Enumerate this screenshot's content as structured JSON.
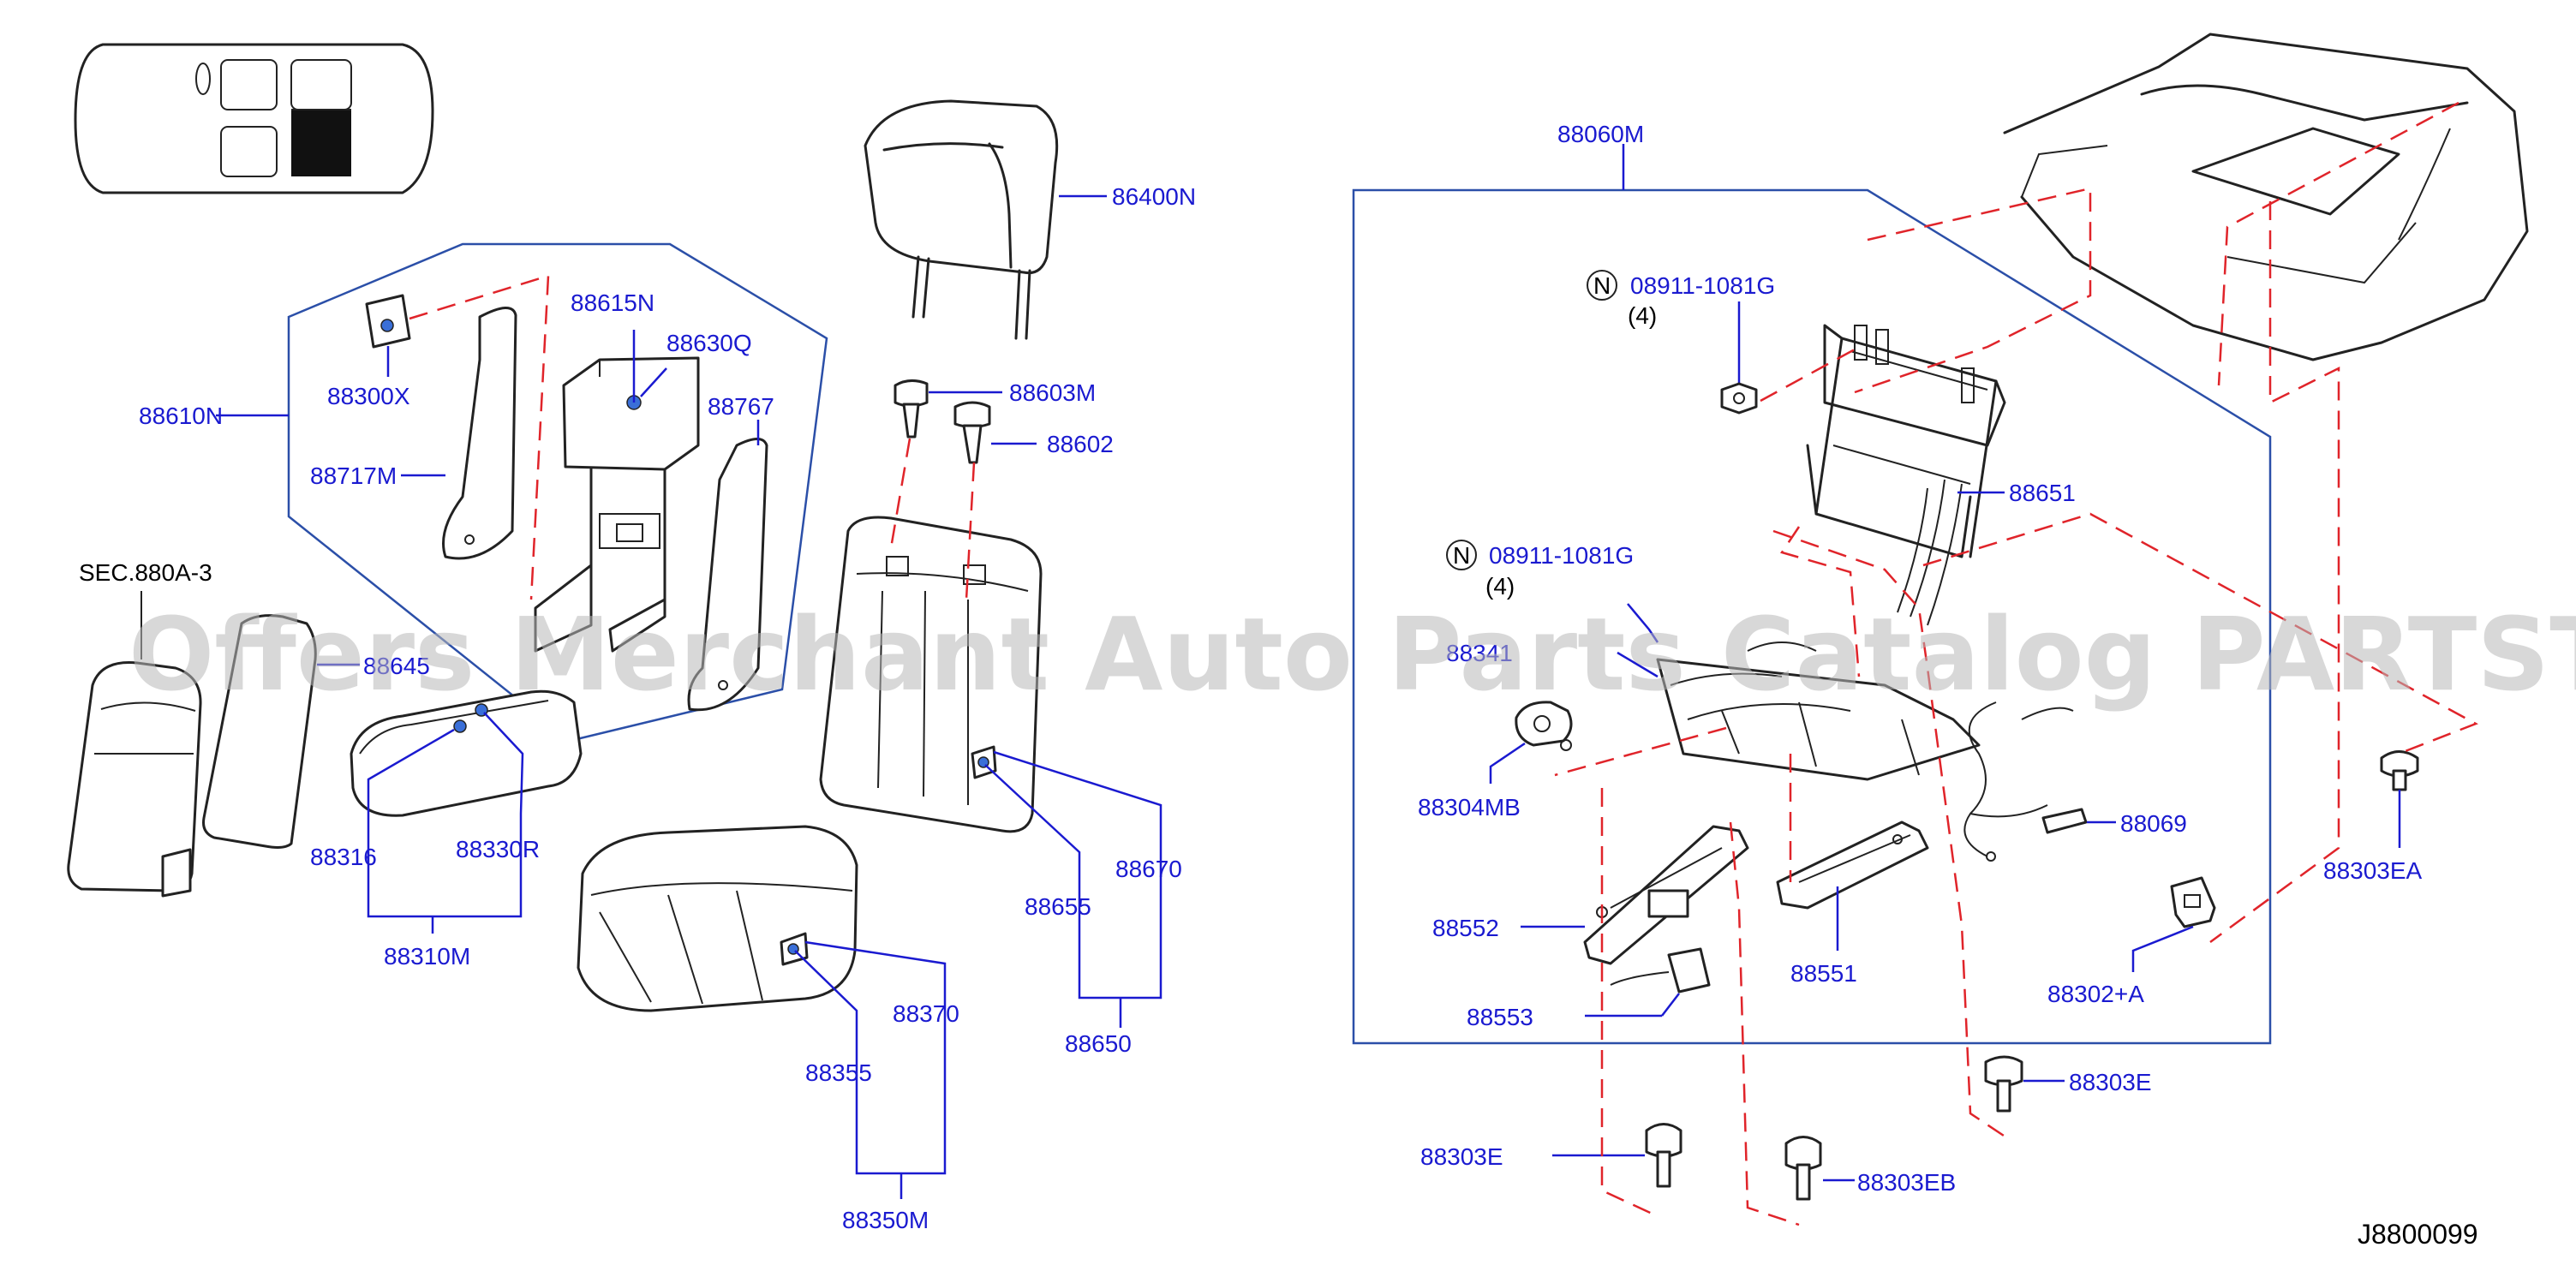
{
  "diagram": {
    "id_code": "J8800099",
    "watermark": "Offers Merchant Auto Parts Catalog PARTSTORE.SA",
    "notes": {
      "section_ref": "SEC.880A-3",
      "nut_symbol": "N",
      "qty_4": "(4)"
    },
    "parts": {
      "p86400N": "86400N",
      "p88610N": "88610N",
      "p88615N": "88615N",
      "p88630Q": "88630Q",
      "p88300X": "88300X",
      "p88767": "88767",
      "p88717M": "88717M",
      "p88603M": "88603M",
      "p88602": "88602",
      "p88645": "88645",
      "p88316": "88316",
      "p88330R": "88330R",
      "p88310M": "88310M",
      "p88670": "88670",
      "p88655": "88655",
      "p88650": "88650",
      "p88370": "88370",
      "p88355": "88355",
      "p88350M": "88350M",
      "p88060M": "88060M",
      "p08911_1081G_a": "08911-1081G",
      "p08911_1081G_b": "08911-1081G",
      "p88651": "88651",
      "p88341": "88341",
      "p88304MB": "88304MB",
      "p88069": "88069",
      "p88552": "88552",
      "p88553": "88553",
      "p88551": "88551",
      "p88302A": "88302+A",
      "p88303EA": "88303EA",
      "p88303E_right": "88303E",
      "p88303E_left": "88303E",
      "p88303EB": "88303EB"
    }
  }
}
